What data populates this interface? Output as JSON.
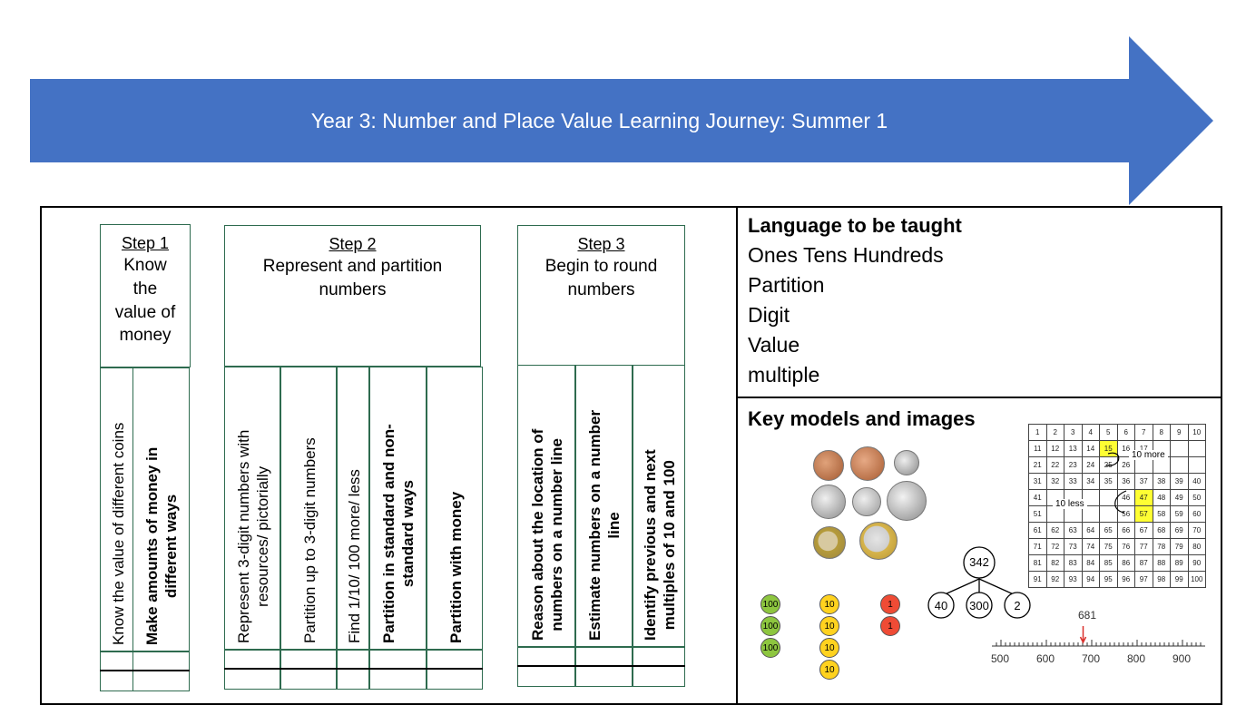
{
  "title": "Year 3: Number and Place Value Learning Journey: Summer 1",
  "colors": {
    "arrow": "#4472C4",
    "border": "#2e6b4f",
    "highlight": "#ffff33"
  },
  "steps": [
    {
      "label": "Step 1",
      "heading": [
        "Know",
        "the",
        "value of",
        "money"
      ],
      "columns": [
        {
          "text": [
            "Know the value of different coins"
          ],
          "bold": false
        },
        {
          "text": [
            "Make amounts of money in",
            "different ways"
          ],
          "bold": true
        }
      ]
    },
    {
      "label": "Step 2",
      "heading": [
        "Represent and partition",
        "numbers"
      ],
      "columns": [
        {
          "text": [
            "Represent 3-digit numbers with",
            "resources/ pictorially"
          ],
          "bold": false
        },
        {
          "text": [
            "Partition up to 3-digit numbers"
          ],
          "bold": false
        },
        {
          "text": [
            "Find 1/10/ 100 more/ less"
          ],
          "bold": false
        },
        {
          "text": [
            "Partition in standard and non-",
            "standard ways"
          ],
          "bold": true
        },
        {
          "text": [
            "Partition with money"
          ],
          "bold": true
        }
      ]
    },
    {
      "label": "Step 3",
      "heading": [
        "Begin to round",
        "numbers"
      ],
      "columns": [
        {
          "text": [
            "Reason about the location of",
            "numbers on a number line"
          ],
          "bold": true
        },
        {
          "text": [
            "Estimate numbers on a number",
            "line"
          ],
          "bold": true
        },
        {
          "text": [
            "Identify previous and next",
            "multiples of 10 and 100"
          ],
          "bold": true
        }
      ]
    }
  ],
  "language": {
    "title": "Language to be taught",
    "items": [
      "Ones Tens Hundreds",
      "Partition",
      "Digit",
      "Value",
      "multiple"
    ]
  },
  "models": {
    "title": "Key models and images",
    "hundred_square_highlight": [
      15,
      47,
      57
    ],
    "hundred_square_annotations": {
      "more": "10 more",
      "less": "10 less"
    },
    "counters": {
      "hundreds": [
        "100",
        "100",
        "100"
      ],
      "tens": [
        "10",
        "10",
        "10",
        "10"
      ],
      "ones": [
        "1",
        "1"
      ]
    },
    "partition": {
      "whole": "342",
      "parts": [
        "40",
        "300",
        "2"
      ]
    },
    "number_line": {
      "marker": "681",
      "labels": [
        "500",
        "600",
        "700",
        "800",
        "900"
      ]
    }
  }
}
